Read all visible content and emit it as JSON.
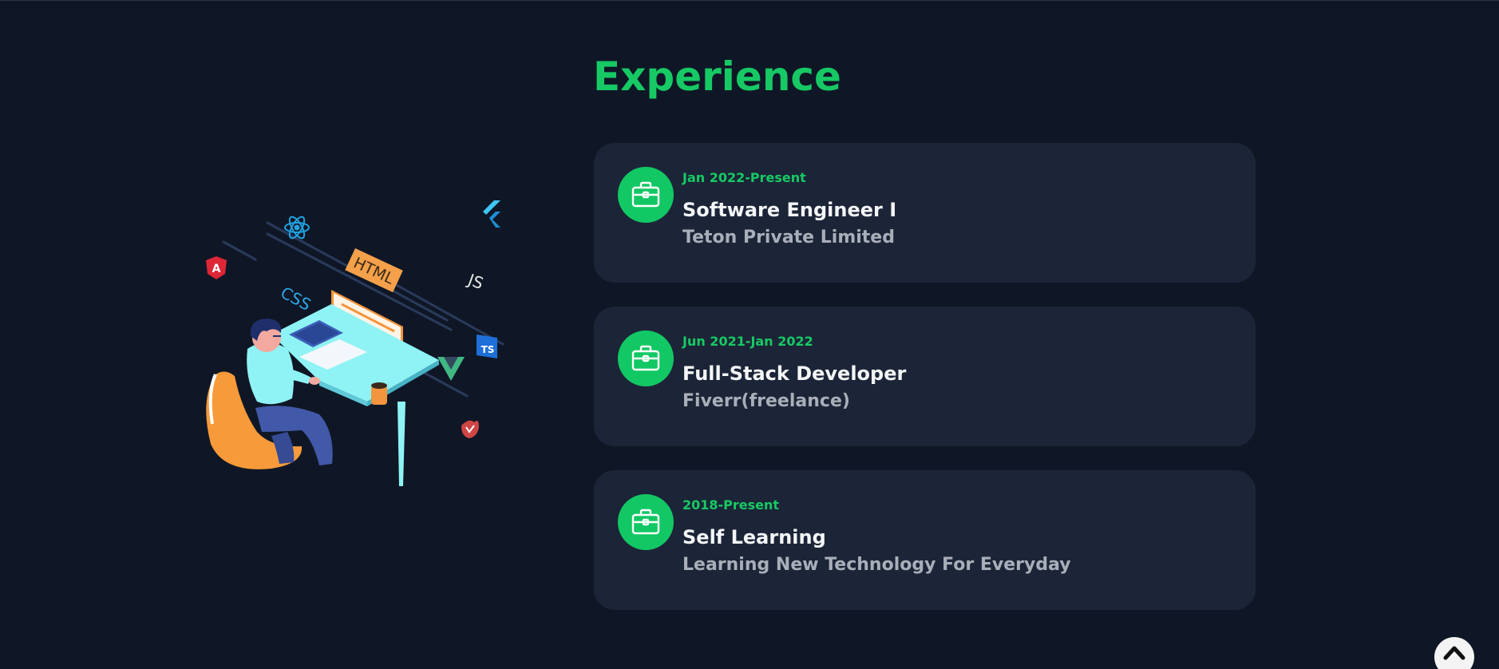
{
  "section": {
    "title": "Experience"
  },
  "illustration": {
    "labels": {
      "html": "HTML",
      "css": "CSS",
      "js": "JS",
      "ts": "TS",
      "angular": "A"
    }
  },
  "experience": [
    {
      "period": "Jan 2022-Present",
      "role": "Software Engineer I",
      "company": "Teton Private Limited",
      "icon": "briefcase-icon"
    },
    {
      "period": "Jun 2021-Jan 2022",
      "role": "Full-Stack Developer",
      "company": "Fiverr(freelance)",
      "icon": "briefcase-icon"
    },
    {
      "period": "2018-Present",
      "role": "Self Learning",
      "company": "Learning New Technology For Everyday",
      "icon": "briefcase-icon"
    }
  ],
  "scroll_top": {
    "icon": "chevron-up-icon"
  },
  "colors": {
    "background": "#0f1726",
    "card": "#1c2537",
    "accent": "#17c964",
    "text_primary": "#f4f6f8",
    "text_secondary": "#a9afb9"
  }
}
